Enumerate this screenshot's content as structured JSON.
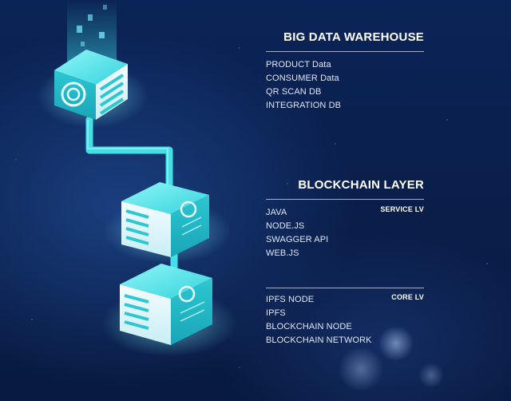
{
  "warehouse": {
    "title": "BIG DATA WAREHOUSE",
    "items": [
      "PRODUCT Data",
      "CONSUMER Data",
      "QR SCAN DB",
      "INTEGRATION DB"
    ]
  },
  "blockchain": {
    "title": "BLOCKCHAIN LAYER",
    "service": {
      "level": "SERVICE LV",
      "items": [
        "JAVA",
        "NODE.JS",
        "SWAGGER API",
        "WEB.JS"
      ]
    },
    "core": {
      "level": "CORE LV",
      "items": [
        "IPFS NODE",
        "IPFS",
        "BLOCKCHAIN NODE",
        "BLOCKCHAIN NETWORK"
      ]
    }
  },
  "colors": {
    "background": "#0a1f4a",
    "accent": "#3fe0e6",
    "text": "#dfe6f7"
  },
  "icons": [
    "server-cube-icon",
    "connector-pipe-icon",
    "data-particle-icon"
  ]
}
